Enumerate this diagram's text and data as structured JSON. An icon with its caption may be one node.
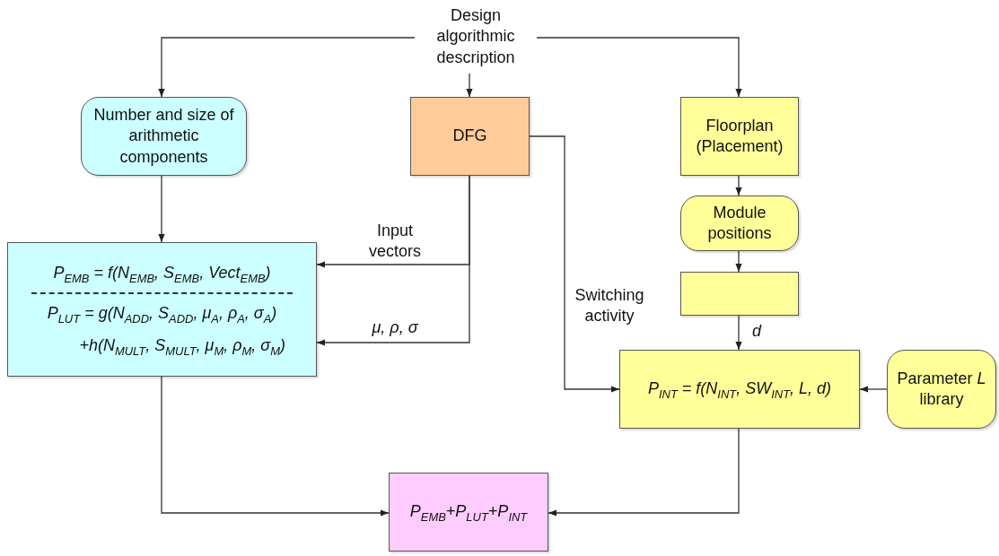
{
  "diagram": {
    "nodes": [
      {
        "text": [
          "Design algorithmic description"
        ]
      },
      {
        "text": [
          "Number and size of arithmetic components"
        ]
      },
      {
        "text": [
          "DFG"
        ]
      },
      {
        "text": [
          "Floorplan (Placement)"
        ]
      },
      {
        "text": [
          "P$_{EMB}$ = f(N$_{EMB}$, S$_{EMB}$, Vect$_{EMB}$)",
          "P$_{LUT}$ = g(N$_{ADD}$, S$_{ADD}$, μ$_{A}$, ρ$_{A}$, σ$_{A}$)",
          "+h(N$_{MULT}$, S$_{MULT}$, μ$_{M}$, ρ$_{M}$, σ$_{M}$)"
        ]
      },
      {
        "text": [
          "Module positions"
        ]
      },
      {
        "text": [],
        "shape": "box"
      },
      {
        "text": [
          "P$_{INT}$ = f(N$_{INT}$, SW$_{INT}$, L, d)"
        ]
      },
      {
        "text": [
          "Parameter *L* library"
        ]
      },
      {
        "text": [
          "P$_{EMB}$+P$_{LUT}$+P$_{INT}$"
        ]
      }
    ],
    "edges": [
      {
        "from": 0,
        "to": 1,
        "arrow": "to"
      },
      {
        "from": 0,
        "to": 2,
        "arrow": "to"
      },
      {
        "from": 0,
        "to": 3,
        "arrow": "to"
      },
      {
        "from": 1,
        "to": 4,
        "arrow": "to"
      },
      {
        "from": 2,
        "to": 4,
        "arrow": "to",
        "label": "Input vectors"
      },
      {
        "from": 2,
        "to": 4,
        "arrow": "to",
        "label": "μ, ρ, σ"
      },
      {
        "from": 2,
        "to": 7,
        "arrow": "to",
        "label": "Switching activity"
      },
      {
        "from": 3,
        "to": 5,
        "arrow": "to"
      },
      {
        "from": 5,
        "to": 6,
        "arrow": "to"
      },
      {
        "from": 6,
        "to": 7,
        "arrow": "to",
        "label": "d"
      },
      {
        "from": 8,
        "to": 7,
        "arrow": "to"
      },
      {
        "from": 4,
        "to": 9,
        "arrow": "to"
      },
      {
        "from": 7,
        "to": 9,
        "arrow": "to"
      }
    ]
  }
}
